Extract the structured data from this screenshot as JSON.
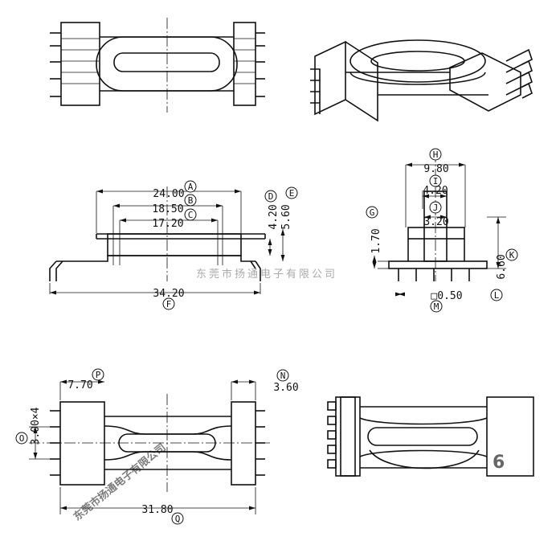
{
  "watermark": {
    "big": "东莞市扬通电子有限公司",
    "small": "东莞市扬通电子有限公司"
  },
  "page_number": "6",
  "dimensions": [
    {
      "label": "A",
      "value": "24.00"
    },
    {
      "label": "B",
      "value": "18.50"
    },
    {
      "label": "C",
      "value": "17.20"
    },
    {
      "label": "D",
      "value": "4.20"
    },
    {
      "label": "E",
      "value": "5.60"
    },
    {
      "label": "F",
      "value": "34.20"
    },
    {
      "label": "G",
      "value": "1.70"
    },
    {
      "label": "H",
      "value": "9.80"
    },
    {
      "label": "I",
      "value": "4.20"
    },
    {
      "label": "J",
      "value": "3.20"
    },
    {
      "label": "K",
      "value": "6.60"
    },
    {
      "label": "L",
      "value": ""
    },
    {
      "label": "M",
      "value": "□0.50"
    },
    {
      "label": "N",
      "value": "3.60"
    },
    {
      "label": "O",
      "value": "3.00×4"
    },
    {
      "label": "P",
      "value": "7.70"
    },
    {
      "label": "Q",
      "value": "31.80"
    }
  ]
}
